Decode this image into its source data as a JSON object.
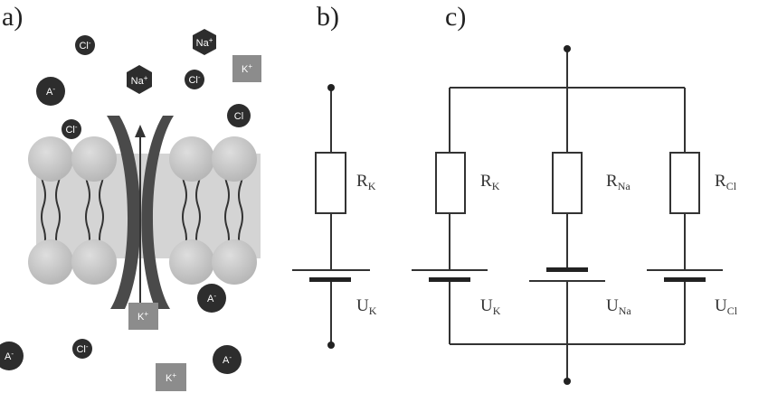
{
  "panels": {
    "a": {
      "label": "a)"
    },
    "b": {
      "label": "b)",
      "resistor": {
        "main": "R",
        "sub": "K"
      },
      "battery": {
        "main": "U",
        "sub": "K"
      }
    },
    "c": {
      "label": "c)",
      "branches": [
        {
          "resistor": {
            "main": "R",
            "sub": "K"
          },
          "battery": {
            "main": "U",
            "sub": "K"
          }
        },
        {
          "resistor": {
            "main": "R",
            "sub": "Na"
          },
          "battery": {
            "main": "U",
            "sub": "Na"
          }
        },
        {
          "resistor": {
            "main": "R",
            "sub": "Cl"
          },
          "battery": {
            "main": "U",
            "sub": "Cl"
          }
        }
      ]
    }
  },
  "ions": {
    "cl_minus": {
      "base": "Cl",
      "sup": "-"
    },
    "cl": {
      "base": "Cl"
    },
    "na_plus": {
      "base": "Na",
      "sup": "+"
    },
    "k_plus": {
      "base": "K",
      "sup": "+"
    },
    "a_minus": {
      "base": "A",
      "sup": "-"
    }
  },
  "colors": {
    "ink": "#333333",
    "dark_ion": "#2d2d2d",
    "k_box": "#8c8c8c",
    "lipid_head": "#c8c8c8",
    "channel": "#4a4a4a",
    "membrane_core": "#d4d4d4"
  }
}
